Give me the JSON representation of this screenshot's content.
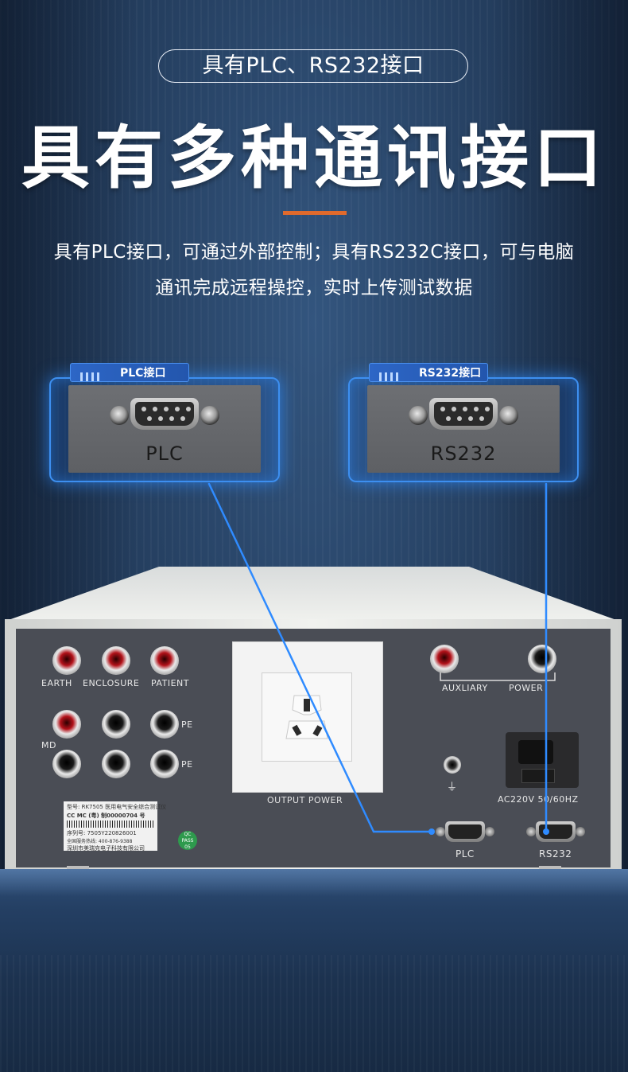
{
  "header": {
    "pill_text": "具有PLC、RS232接口",
    "headline": "具有多种通讯接口",
    "description_line1": "具有PLC接口，可通过外部控制；具有RS232C接口，可与电脑",
    "description_line2": "通讯完成远程操控，实时上传测试数据"
  },
  "callouts": [
    {
      "tab_label": "PLC接口",
      "plate_label": "PLC"
    },
    {
      "tab_label": "RS232接口",
      "plate_label": "RS232"
    }
  ],
  "device": {
    "terminal_labels": {
      "earth": "EARTH",
      "enclosure": "ENCLOSURE",
      "patient": "PATIENT",
      "md": "MD",
      "pe_1": "PE",
      "pe_2": "PE",
      "auxliary": "AUXLIARY",
      "power": "POWER"
    },
    "outlet_label": "OUTPUT  POWER",
    "ac_label": "AC220V  50/60HZ",
    "port_labels": {
      "plc": "PLC",
      "rs232": "RS232"
    },
    "sticker": {
      "model_line": "型号: RK7505 医用电气安全综合测试仪",
      "cert_line": "CC MC (粤)  制00000704 号",
      "serial_line": "序列号:  7505Y220826001",
      "hotline_line": "全国服务热线:   400-876-9388",
      "company_line": "深圳市美瑞克电子科技有限公司"
    },
    "qc_badge": {
      "l1": "QC",
      "l2": "PASS",
      "l3": "05"
    }
  },
  "colors": {
    "background": "#253f60",
    "accent_line": "#e06a2c",
    "glow_blue": "#3d8ff0",
    "panel_gray": "#4a4d55"
  }
}
